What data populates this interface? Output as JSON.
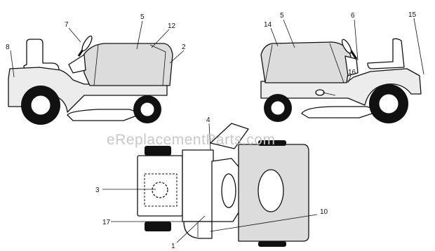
{
  "watermark": "eReplacementParts.com",
  "callouts": {
    "c1": "1",
    "c2": "2",
    "c3": "3",
    "c4": "4",
    "c5_left": "5",
    "c5_right": "5",
    "c6": "6",
    "c7": "7",
    "c8": "8",
    "c10": "10",
    "c12": "12",
    "c14": "14",
    "c15": "15",
    "c16": "16",
    "c17": "17"
  }
}
